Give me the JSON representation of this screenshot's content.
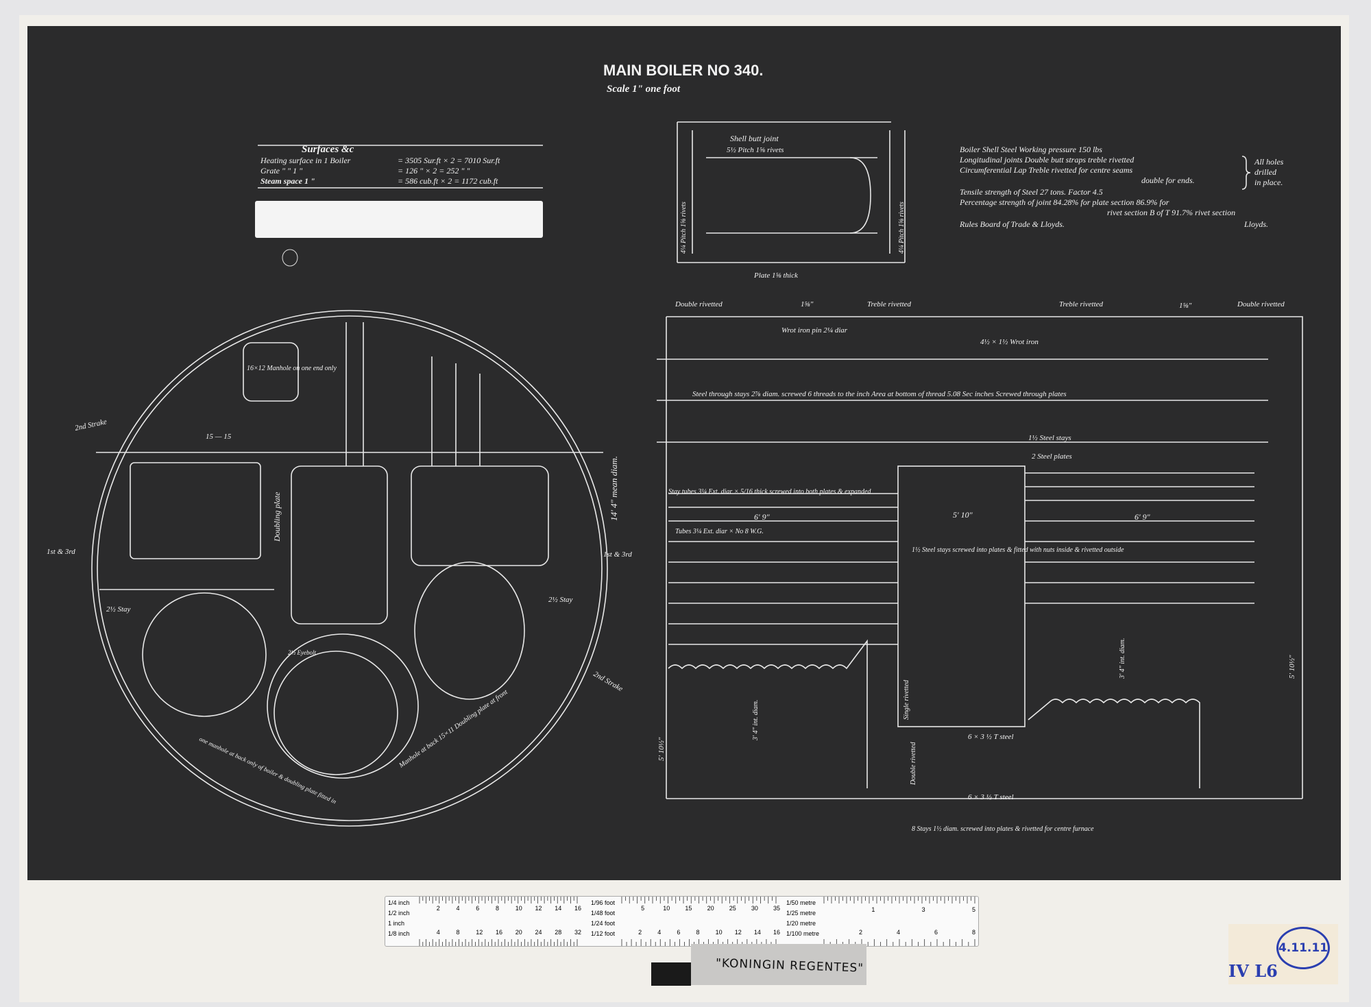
{
  "title": "MAIN BOILER NO 340.",
  "scale": "Scale 1\" one foot",
  "surfaces": {
    "heading": "Surfaces &c",
    "rows": [
      {
        "label": "Heating surface in 1 Boiler",
        "value": "= 3505 Sur.ft × 2 = 7010 Sur.ft"
      },
      {
        "label": "Grate  \"  \"  1  \"",
        "value": "= 126  \" × 2 = 252 \"  \""
      },
      {
        "label": "Steam space  1  \"",
        "value": "= 586 cub.ft × 2 = 1172 cub.ft"
      }
    ]
  },
  "specs": {
    "lines": [
      "Boiler Shell Steel        Working pressure 150 lbs",
      "Longitudinal joints  Double butt straps treble rivetted",
      "Circumferential        Lap Treble rivetted for centre seams",
      "double for ends.",
      "Tensile strength of Steel 27 tons. Factor 4.5",
      "Percentage strength of joint 84.28% for plate section 86.9% for",
      "rivet section B of T 91.7% rivet section",
      "Rules Board of Trade & Lloyds.",
      "Lloyds."
    ],
    "bracket_note": [
      "All holes",
      "drilled",
      "in place."
    ]
  },
  "joint_detail": {
    "title": "Shell butt joint",
    "pitch": "5½ Pitch 1⅝ rivets",
    "side_left": "4¼ Pitch 1⅝ rivets",
    "side_right": "4¼ Pitch 1⅝ rivets",
    "plate": "Plate 1⅝ thick"
  },
  "elevation_labels": {
    "double_rivetted": "Double rivetted",
    "treble_rivetted": "Treble rivetted",
    "thickness": "1⅝\"",
    "wrot_iron_pin": "Wrot iron pin 2¼ diar",
    "wrot_iron": "4½ × 1½ Wrot iron",
    "through_stays": "Steel through stays 2⅞ diam. screwed 6 threads to the inch  Area at bottom of thread 5.08  Sec inches Screwed through plates",
    "steel_stays": "1½ Steel stays",
    "steel_plates": "2 Steel plates",
    "stay_tubes": "Stay tubes 3¼ Ext. diar × 5/16 thick screwed into both plates & expanded",
    "tubes": "Tubes 3¼ Ext. diar × No 8 W.G.",
    "len_left": "6' 9\"",
    "len_mid": "5' 10\"",
    "len_right": "6' 9\"",
    "combustion_stays": "1½ Steel stays screwed into plates & fitted with nuts inside & rivetted outside",
    "single_rivetted": "Single rivetted",
    "double_rivetted_v": "Double rivetted",
    "furnace_diam": "3' 4\" int. diam.",
    "tsteel_1": "6 × 3 ½ T steel",
    "tsteel_2": "6 × 3 ½ T steel",
    "height_left": "5' 10½\"",
    "height_right": "5' 10½\"",
    "bottom_note": "8 Stays 1½ diam. screwed into plates & rivetted for centre furnace"
  },
  "end_view_labels": {
    "manhole": "16×12 Manhole on one end only",
    "mean_diam": "14' 4\" mean diam.",
    "doubling_plate": "Doubling plate",
    "strake_2": "2nd Strake",
    "strake_1_3_left": "1st & 3rd",
    "strake_1_3_right": "1st & 3rd",
    "strake_2_lower": "2nd Strake",
    "stay_left": "2½ Stay",
    "stay_right": "2½ Stay",
    "eyebolt": "2½ Eyebolt",
    "lower_manhole": "Manhole at back 15×11 Doubling plate at front",
    "lower_note": "one manhole at back only of boiler & doubling plate fitted in",
    "spacing": "15  —  15"
  },
  "ruler": {
    "rows_left": [
      "1/4 inch",
      "1/2 inch",
      "1 inch",
      "1/8 inch"
    ],
    "rows_mid": [
      "1/96 foot",
      "1/48 foot",
      "1/24 foot",
      "1/12 foot"
    ],
    "rows_right": [
      "1/50 metre",
      "1/25 metre",
      "1/20 metre",
      "1/100 metre"
    ],
    "ticks_left_top": [
      "2",
      "4",
      "6",
      "8",
      "10",
      "12",
      "14",
      "16"
    ],
    "ticks_left_bottom": [
      "4",
      "8",
      "12",
      "16",
      "20",
      "24",
      "28",
      "32"
    ],
    "ticks_mid_top": [
      "5",
      "10",
      "15",
      "20",
      "25",
      "30",
      "35"
    ],
    "ticks_mid_bottom": [
      "2",
      "4",
      "6",
      "8",
      "10",
      "12",
      "14",
      "16"
    ],
    "ticks_right_top": [
      "1",
      "3",
      "5"
    ],
    "ticks_right_bottom": [
      "2",
      "4",
      "6",
      "8"
    ]
  },
  "ship_label": "\"KONINGIN REGENTES\"",
  "date_stamp": "4.11.11",
  "reference": "IV L6"
}
